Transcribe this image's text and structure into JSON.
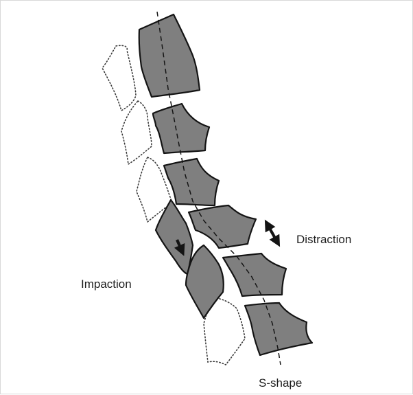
{
  "labels": {
    "distraction": "Distraction",
    "impaction": "Impaction",
    "s_shape": "S-shape"
  },
  "colors": {
    "vertebra_fill": "#7f7f7f",
    "outline": "#141414",
    "background": "#ffffff"
  },
  "icons": {
    "distraction_arrow": "double-headed-arrow-icon",
    "impaction_arrow": "down-arrow-icon"
  }
}
